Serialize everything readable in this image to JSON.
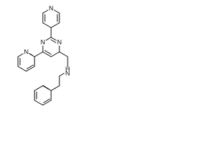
{
  "molecule": {
    "atoms": {
      "pyridin4yl_n": "N",
      "pyrimidine_n1": "N",
      "pyrimidine_n3": "N",
      "pyridin2yl_n": "N",
      "amine_n": "N",
      "amine_h": "H"
    }
  },
  "colors": {
    "bond": "#000000",
    "label": "#000000",
    "background": "#ffffff"
  }
}
